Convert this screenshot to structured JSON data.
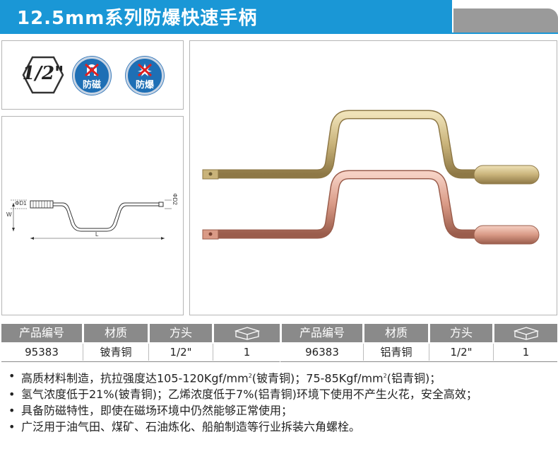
{
  "header": {
    "title": "12.5mm系列防爆快速手柄",
    "accent_blue": "#1a97d6",
    "accent_grey": "#9a9a9a"
  },
  "badges": {
    "drive_size": "1/2\"",
    "anti_magnetic": "防磁",
    "anti_explosion": "防爆",
    "anti_magnetic_icon": "magnet-crossed-icon",
    "anti_explosion_icon": "explosion-crossed-icon"
  },
  "drawing": {
    "d1_label": "ΦD1",
    "d2_label": "ΦD2",
    "w_label": "W",
    "l_label": "L"
  },
  "photo": {
    "items": [
      "beryllium-copper-speed-handle",
      "aluminum-bronze-speed-handle"
    ],
    "colors": {
      "beryllium_copper": "#c9b37a",
      "aluminum_bronze": "#d99a86"
    }
  },
  "spec_table": {
    "headers": [
      "产品编号",
      "材质",
      "方头",
      "box-icon"
    ],
    "rows": [
      {
        "code": "95383",
        "material": "铍青铜",
        "drive": "1/2\"",
        "qty": "1"
      },
      {
        "code": "96383",
        "material": "铝青铜",
        "drive": "1/2\"",
        "qty": "1"
      }
    ]
  },
  "notes": {
    "bullet": "•",
    "line1_a": "高质材料制造，抗拉强度达105-120Kgf/mm",
    "line1_sup1": "2",
    "line1_b": "(铍青铜)；75-85Kgf/mm",
    "line1_sup2": "2",
    "line1_c": "(铝青铜)；",
    "line2": "氢气浓度低于21%(铍青铜)；乙烯浓度低于7%(铝青铜)环境下使用不产生火花，安全高效；",
    "line3": "具备防磁特性，即使在磁场环境中仍然能够正常使用；",
    "line4": "广泛用于油气田、煤矿、石油炼化、船舶制造等行业拆装六角螺栓。"
  }
}
